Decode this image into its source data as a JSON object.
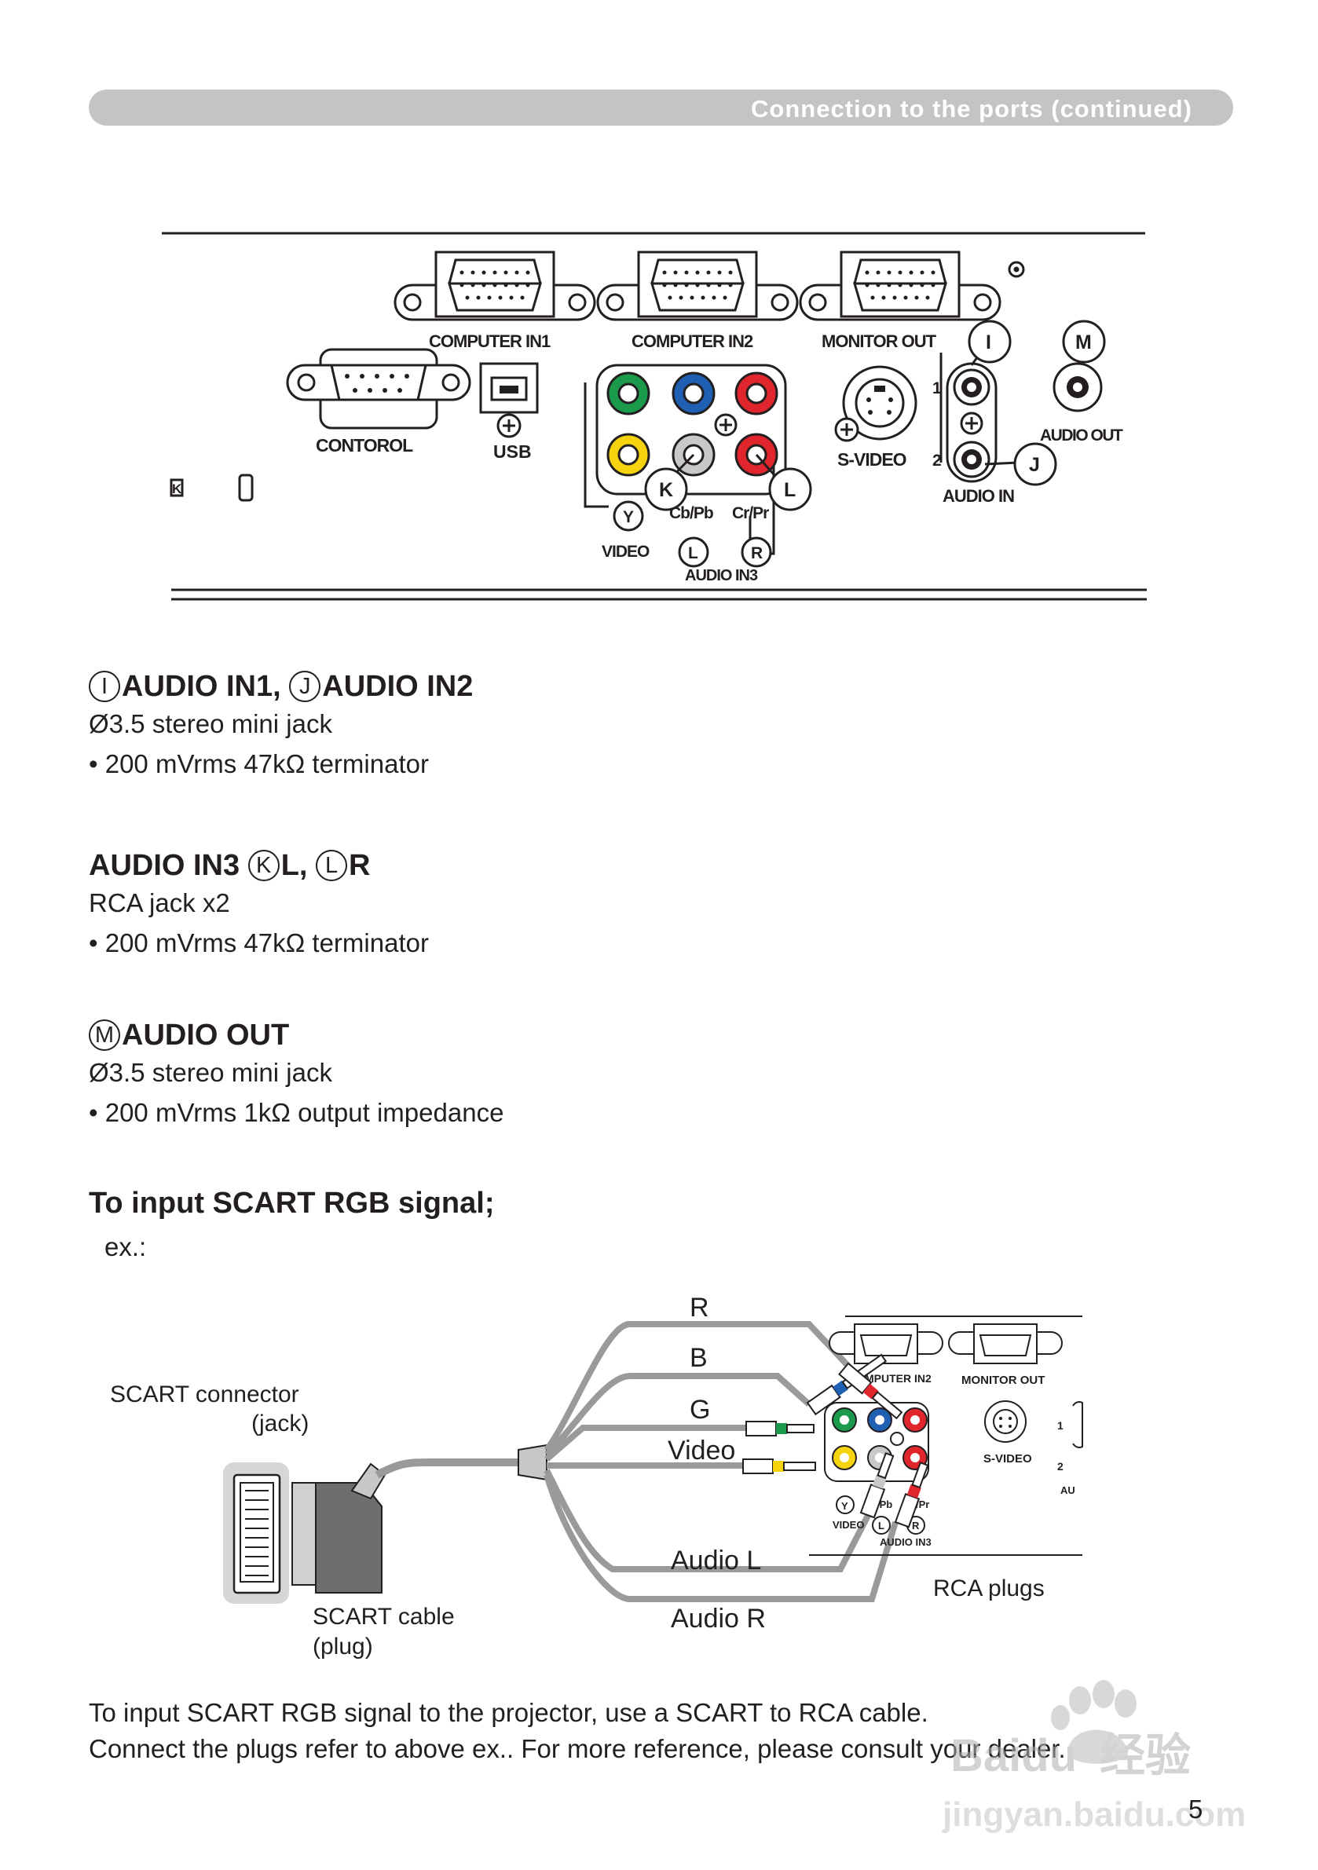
{
  "header": {
    "title": "Connection to the ports (continued)"
  },
  "panel": {
    "ports": {
      "computer_in1": "COMPUTER IN1",
      "computer_in2": "COMPUTER IN2",
      "monitor_out": "MONITOR OUT",
      "control": "CONTOROL",
      "usb": "USB",
      "s_video": "S-VIDEO",
      "audio_in": "AUDIO IN",
      "audio_out": "AUDIO OUT",
      "audio_in3": "AUDIO IN3",
      "video": "VIDEO",
      "y": "Y",
      "cb_pb": "Cb/Pb",
      "cr_pr": "Cr/Pr",
      "l": "L",
      "r": "R",
      "num1": "1",
      "num2": "2"
    },
    "callouts": {
      "i": "I",
      "j": "J",
      "k": "K",
      "l": "L",
      "m": "M"
    },
    "colors": {
      "green": "#1a9a4a",
      "blue": "#1f5fb4",
      "red": "#e0262c",
      "yellow": "#f5d40f",
      "gray": "#c8c8c8"
    }
  },
  "sections": [
    {
      "title_parts": [
        {
          "circled": "I"
        },
        {
          "text": "AUDIO IN1, "
        },
        {
          "circled": "J"
        },
        {
          "text": "AUDIO IN2"
        }
      ],
      "lines": [
        "Ø3.5 stereo mini jack",
        "• 200 mVrms 47kΩ terminator"
      ]
    },
    {
      "title_parts": [
        {
          "text": "AUDIO IN3 "
        },
        {
          "circled": "K"
        },
        {
          "text": "L, "
        },
        {
          "circled": "L"
        },
        {
          "text": "R"
        }
      ],
      "lines": [
        "RCA jack x2",
        "• 200 mVrms 47kΩ terminator"
      ]
    },
    {
      "title_parts": [
        {
          "circled": "M"
        },
        {
          "text": "AUDIO OUT"
        }
      ],
      "lines": [
        "Ø3.5 stereo mini jack",
        "• 200 mVrms 1kΩ output impedance"
      ]
    }
  ],
  "scart": {
    "title": "To input SCART RGB signal;",
    "example": "ex.:",
    "connector_label_1": "SCART connector",
    "connector_label_2": "(jack)",
    "cable_label_1": "SCART cable",
    "cable_label_2": "(plug)",
    "wires": {
      "r": "R",
      "b": "B",
      "g": "G",
      "video": "Video",
      "audio_l": "Audio L",
      "audio_r": "Audio R"
    },
    "rca_plugs": "RCA plugs",
    "mini": {
      "computer_in2": "COMPUTER IN2",
      "monitor_out": "MONITOR OUT",
      "s_video": "S-VIDEO",
      "video": "VIDEO",
      "audio_in3": "AUDIO IN3",
      "y": "Y",
      "pb": "/Pb",
      "pr": "/Pr",
      "l": "L",
      "r": "R",
      "one": "1",
      "two": "2",
      "au": "AU"
    }
  },
  "bottom_text": [
    "To input SCART RGB signal to the projector, use a SCART to RCA cable.",
    "Connect the plugs refer to above ex.. For more reference, please consult your dealer."
  ],
  "watermark": {
    "brand": "Baidu",
    "cn": "经验",
    "url": "jingyan.baidu.com"
  },
  "page_number": "5"
}
